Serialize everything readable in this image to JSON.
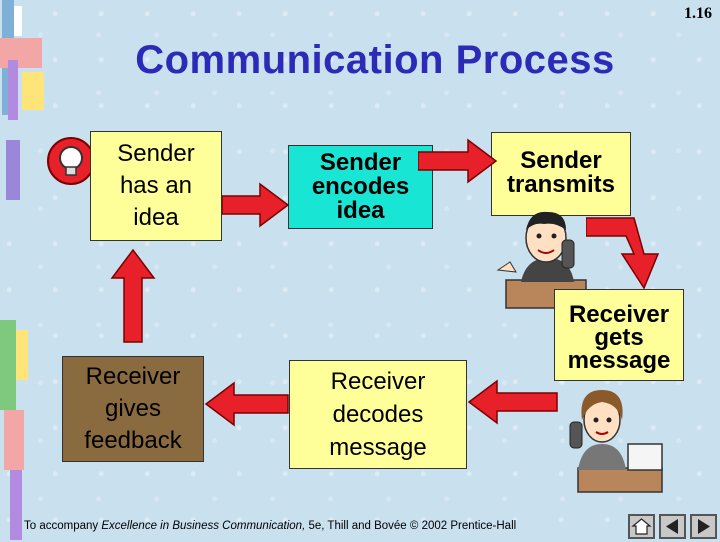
{
  "slide_number": "1.16",
  "title": "Communication Process",
  "boxes": {
    "sender_idea": [
      "Sender",
      "has an",
      "idea"
    ],
    "sender_encodes": [
      "Sender",
      "encodes",
      "idea"
    ],
    "sender_transmits": [
      "Sender",
      "transmits"
    ],
    "receiver_gets": [
      "Receiver",
      "gets",
      "message"
    ],
    "receiver_decodes": [
      "Receiver",
      "decodes",
      "message"
    ],
    "receiver_feedback": [
      "Receiver",
      "gives",
      "feedback"
    ]
  },
  "footer": {
    "prefix": "To accompany ",
    "book": "Excellence in Business Communication,",
    "suffix": " 5e,  Thill and Bovée   © 2002 Prentice-Hall"
  },
  "icons": [
    "lightbulb-icon",
    "sender-phone-illustration",
    "receiver-phone-illustration",
    "home-icon",
    "previous-icon",
    "next-icon"
  ],
  "colors": {
    "title": "#2b2bb8",
    "arrow": "#e8202a",
    "yellow_box": "#ffff9a",
    "teal_box": "#19e5d4",
    "brown_box": "#8a6a3f"
  }
}
